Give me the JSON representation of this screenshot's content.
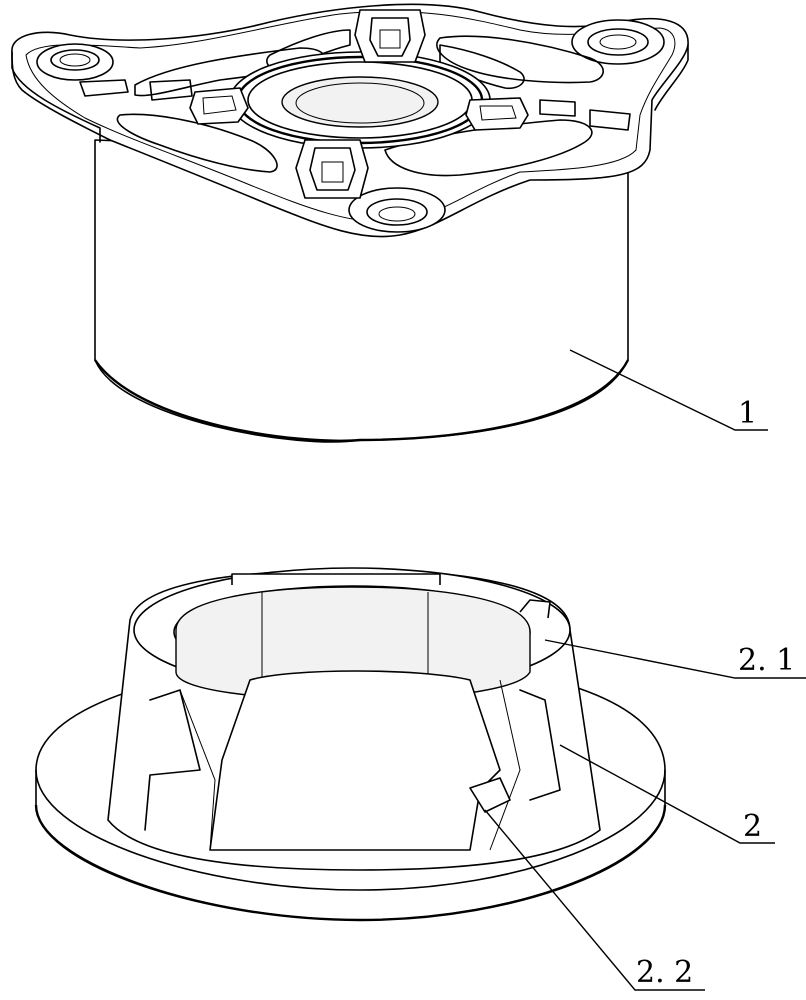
{
  "figure": {
    "labels": {
      "part_1": "1",
      "part_2": "2",
      "part_2_1": "2. 1",
      "part_2_2": "2. 2"
    }
  }
}
